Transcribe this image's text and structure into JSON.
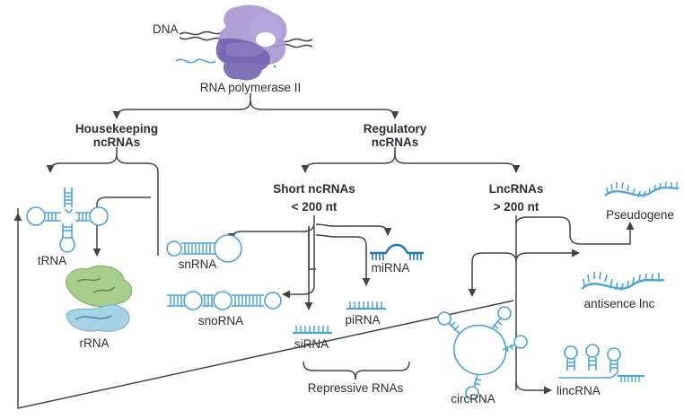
{
  "diagram": {
    "title_source": "ncRNA classification flowchart",
    "nodes": {
      "dna": "DNA",
      "polymerase": "RNA polymerase II",
      "housekeeping_l1": "Housekeeping",
      "housekeeping_l2": "ncRNAs",
      "regulatory_l1": "Regulatory",
      "regulatory_l2": "ncRNAs",
      "short_l1": "Short ncRNAs",
      "short_l2": "< 200 nt",
      "lnc_l1": "LncRNAs",
      "lnc_l2": "> 200 nt",
      "trna": "tRNA",
      "rrna": "rRNA",
      "snrna": "snRNA",
      "snorna": "snoRNA",
      "mirna": "miRNA",
      "pirna": "piRNA",
      "sirna": "siRNA",
      "repressive": "Repressive RNAs",
      "circrna": "circRNA",
      "pseudogene": "Pseudogene",
      "antisense": "antisence lnc",
      "lincrna": "lincRNA"
    },
    "colors": {
      "wire": "#3f4448",
      "rna_blue": "#4ba3d6",
      "rna_dark_blue": "#2176ae",
      "polymerase_light": "#a99ad4",
      "polymerase_dark": "#6f5fae",
      "rrna_green": "#a8cf8e",
      "rrna_blue": "#a8d3e6",
      "text": "#2b2f33",
      "background": "#ffffff"
    }
  }
}
